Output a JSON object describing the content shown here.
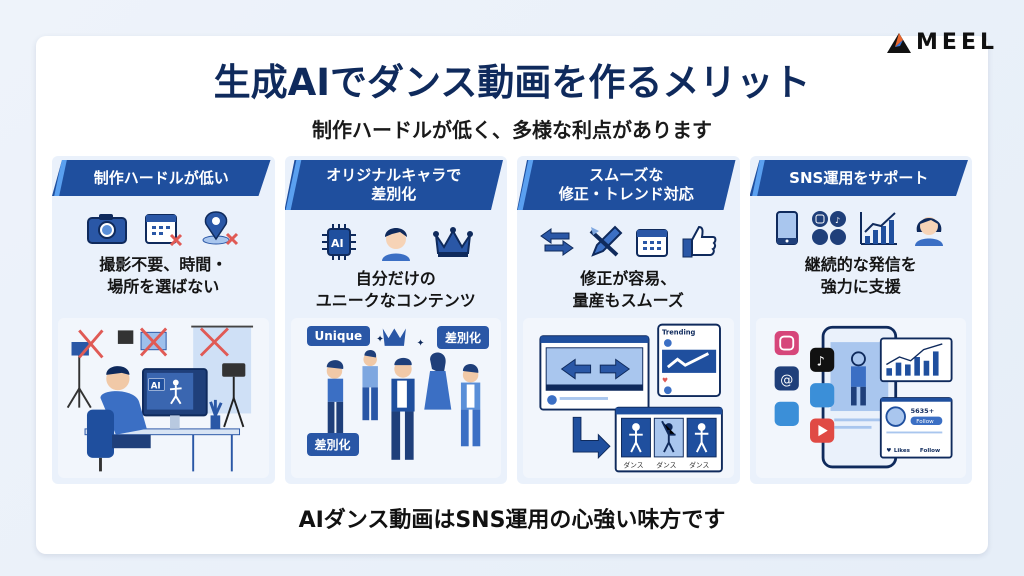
{
  "brand": {
    "logo_text": "MEEL"
  },
  "header": {
    "title": "生成AIでダンス動画を作るメリット",
    "subtitle": "制作ハードルが低く、多様な利点があります"
  },
  "cards": [
    {
      "heading": "制作ハードルが低い",
      "icons": [
        "camera-icon",
        "calendar-x-icon",
        "location-x-icon"
      ],
      "description_line1": "撮影不要、時間・",
      "description_line2": "場所を選ばない",
      "illustration": {
        "screen_label": "AI"
      }
    },
    {
      "heading_line1": "オリジナルキャラで",
      "heading_line2": "差別化",
      "icons": [
        "ai-chip-icon",
        "person-icon",
        "crown-icon"
      ],
      "ai_chip_label": "AI",
      "description_line1": "自分だけの",
      "description_line2": "ユニークなコンテンツ",
      "illustration": {
        "bubble1": "Unique",
        "bubble2": "差別化",
        "bubble3": "差別化"
      }
    },
    {
      "heading_line1": "スムーズな",
      "heading_line2": "修正・トレンド対応",
      "icons": [
        "swap-arrows-icon",
        "pencil-icon",
        "calendar-icon",
        "thumbs-up-icon"
      ],
      "description_line1": "修正が容易、",
      "description_line2": "量産もスムーズ",
      "illustration": {
        "trending_label": "Trending",
        "clip_labels": [
          "ダンス",
          "ダンス",
          "ダンス"
        ]
      }
    },
    {
      "heading": "SNS運用をサポート",
      "icons": [
        "smartphone-icon",
        "social-icons",
        "growth-chart-icon",
        "woman-icon"
      ],
      "description_line1": "継続的な発信を",
      "description_line2": "強力に支援",
      "illustration": {
        "follower_count": "5635+",
        "follow_button": "Follow",
        "likes_label": "Likes",
        "follow_label": "Follow"
      }
    }
  ],
  "footer": {
    "tagline": "AIダンス動画はSNS運用の心強い味方です"
  },
  "colors": {
    "navy": "#0f2a5c",
    "header_blue": "#1f4f9e",
    "accent_blue": "#5aa0f0",
    "card_bg": "#eaf1fb",
    "red_x": "#e05a55"
  }
}
